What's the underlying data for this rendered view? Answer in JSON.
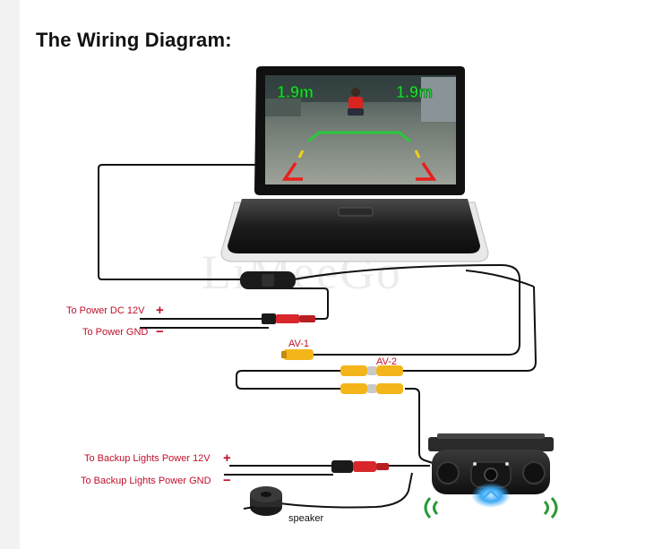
{
  "title": "The Wiring Diagram:",
  "watermark": "LiMeeGo",
  "monitor": {
    "left_reading": "1.9m",
    "right_reading": "1.9m"
  },
  "labels": {
    "power_dc": "To Power DC 12V",
    "power_dc_sign": "+",
    "power_gnd": "To Power GND",
    "power_gnd_sign": "−",
    "av1": "AV-1",
    "av2": "AV-2",
    "backup_power": "To Backup Lights Power 12V",
    "backup_power_sign": "+",
    "backup_gnd": "To Backup Lights Power GND",
    "backup_gnd_sign": "−",
    "speaker": "speaker"
  },
  "colors": {
    "wire": "#111111",
    "label_red": "#c0102a",
    "rca_yellow": "#f3b51a",
    "rca_red": "#d8262b",
    "sensor_wave": "#2a9a35",
    "camera_light": "#3da9f5"
  }
}
